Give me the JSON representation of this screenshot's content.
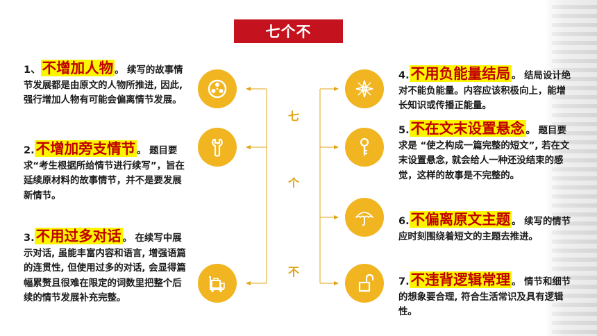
{
  "title": "七个不",
  "center_chars": [
    "七",
    "个",
    "不"
  ],
  "items": [
    {
      "num": "1、",
      "head": "不增加人物",
      "head_tail": "。",
      "body": "续写的故事情节发展都是由原文的人物所推进, 因此, 强行增加人物有可能会偏离情节发展。",
      "icon": "film-reel-icon"
    },
    {
      "num": "2.",
      "head": "不增加旁支情节",
      "head_tail": "。",
      "body": "题目要求“考生根据所给情节进行续写”，旨在延续原材料的故事情节，并不是要发展新情节。",
      "icon": "wrench-icon"
    },
    {
      "num": "3.",
      "head": "不用过多对话",
      "head_tail": "。",
      "body": "在续写中展示对话, 虽能丰富内容和语言, 增强语篇的连贯性, 但使用过多的对话, 会显得篇幅累赘且很难在限定的词数里把整个后续的情节发展补充完整。",
      "icon": "luggage-cart-icon"
    },
    {
      "num": "4.",
      "head": "不用负能量结局",
      "head_tail": "。",
      "body": "结局设计绝对不能负能量。内容应该积极向上，能增长知识或传播正能量。",
      "icon": "compass-icon"
    },
    {
      "num": "5.",
      "head": "不在文末设置悬念",
      "head_tail": "。",
      "body": "题目要求是 “使之构成一篇完整的短文”, 若在文末设置悬念, 就会给人一种还没结束的感觉，这样的故事是不完整的。",
      "icon": "key-icon"
    },
    {
      "num": "6.",
      "head": "不偏离原文主题",
      "head_tail": "。",
      "body": "续写的情节应时刻围绕着短文的主题去推进。",
      "icon": "umbrella-icon"
    },
    {
      "num": "7.",
      "head": "不违背逻辑常理",
      "head_tail": "。",
      "body": "情节和细节的想象要合理, 符合生活常识及具有逻辑性。",
      "icon": "unlock-icon"
    }
  ],
  "colors": {
    "accent_red": "#c4121e",
    "highlight": "#fbf500",
    "head_text": "#c00000",
    "icon_bg": "#f0b520",
    "connector": "#e0a416"
  }
}
